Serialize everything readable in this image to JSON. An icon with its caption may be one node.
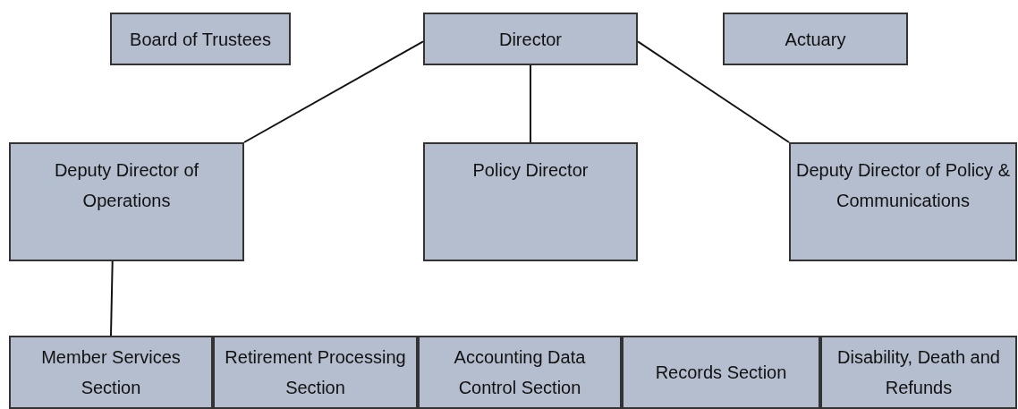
{
  "diagram": {
    "nodes": [
      {
        "text": [
          "Board of Trustees"
        ]
      },
      {
        "text": [
          "Director"
        ]
      },
      {
        "text": [
          "Actuary"
        ]
      },
      {
        "text": [
          "Deputy Director of Operations"
        ]
      },
      {
        "text": [
          "Policy Director"
        ]
      },
      {
        "text": [
          "Deputy Director of Policy & Communications"
        ]
      },
      {
        "text": [
          "Member Services Section"
        ]
      },
      {
        "text": [
          "Retirement Processing Section"
        ]
      },
      {
        "text": [
          "Accounting Data Control Section"
        ]
      },
      {
        "text": [
          "Records Section"
        ]
      },
      {
        "text": [
          "Disability, Death and Refunds"
        ]
      }
    ],
    "edges": [
      {
        "from": 1,
        "to": 3,
        "arrow": "none"
      },
      {
        "from": 1,
        "to": 4,
        "arrow": "none"
      },
      {
        "from": 1,
        "to": 5,
        "arrow": "none"
      },
      {
        "from": 3,
        "to": 6,
        "arrow": "none"
      }
    ]
  }
}
